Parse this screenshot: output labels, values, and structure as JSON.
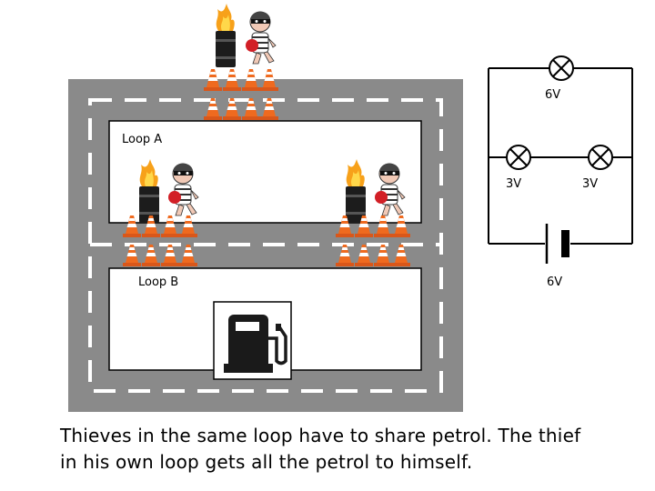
{
  "track": {
    "loop_a_label": "Loop A",
    "loop_b_label": "Loop B",
    "thieves": [
      {
        "name": "thief-top",
        "loop": "shared-road"
      },
      {
        "name": "thief-loop-a-left",
        "loop": "Loop A"
      },
      {
        "name": "thief-loop-a-right",
        "loop": "Loop A"
      }
    ],
    "petrol_pump_icon": "fuel-pump-icon",
    "colors": {
      "road": "#8a8a8a",
      "road_lines": "#ffffff",
      "cone": "#ef6a1f",
      "barrel_fire": "#f7a11a"
    }
  },
  "circuit": {
    "top_bulb_voltage": "6V",
    "left_bulb_voltage": "3V",
    "right_bulb_voltage": "3V",
    "battery_voltage": "6V"
  },
  "caption": {
    "line1": "Thieves in the same loop have to share petrol. The thief",
    "line2": "in his own loop gets all the petrol to himself."
  }
}
